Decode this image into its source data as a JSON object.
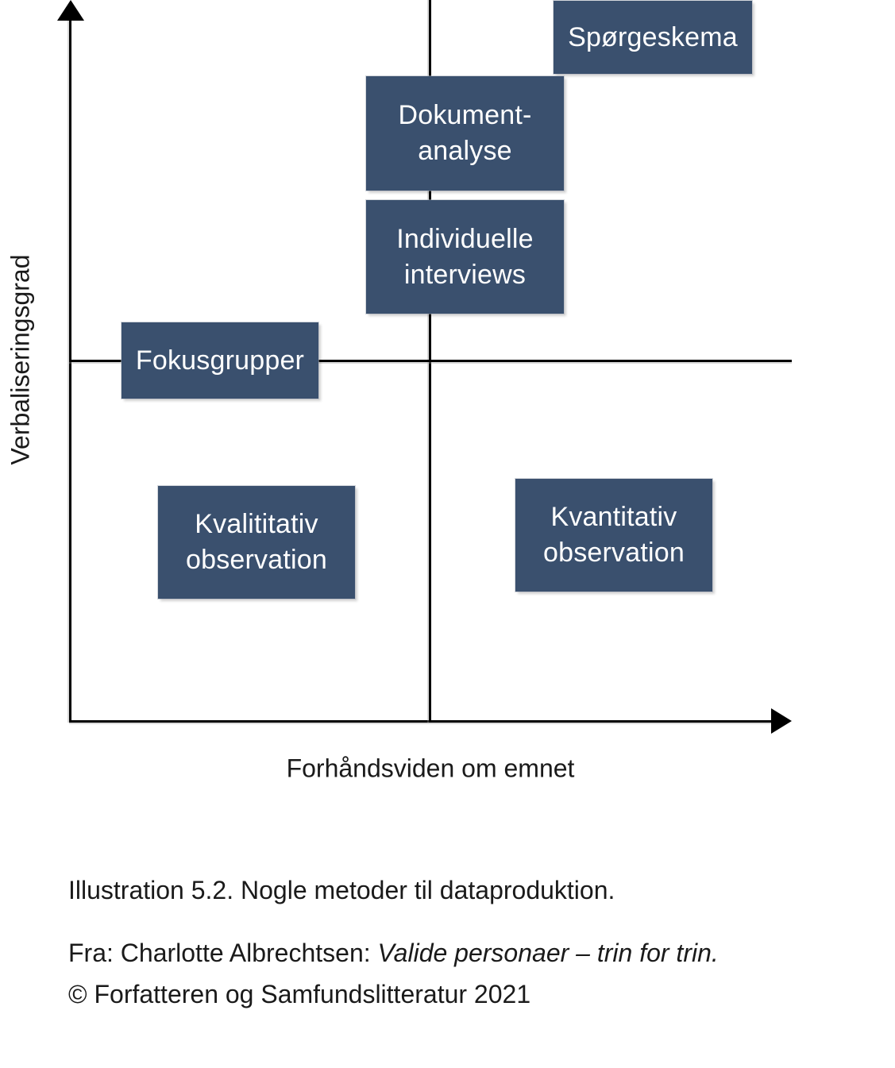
{
  "colors": {
    "box_fill": "#3a506e",
    "box_text": "#ffffff",
    "axis_line": "#000000",
    "caption_text": "#1a1a1a"
  },
  "diagram": {
    "y_axis_label": "Verbaliseringsgrad",
    "x_axis_label": "Forhåndsviden om emnet",
    "boxes": [
      {
        "id": "sporgeskema",
        "label": "Spørgeskema"
      },
      {
        "id": "dokument-analyse",
        "label": "Dokument-\nanalyse"
      },
      {
        "id": "individuelle-interviews",
        "label": "Individuelle\ninterviews"
      },
      {
        "id": "fokusgrupper",
        "label": "Fokusgrupper"
      },
      {
        "id": "kvalititativ-observation",
        "label": "Kvalititativ\nobservation"
      },
      {
        "id": "kvantitativ-observation",
        "label": "Kvantitativ\nobservation"
      }
    ]
  },
  "caption": {
    "illustration_line": "Illustration 5.2. Nogle metoder til dataproduktion.",
    "source_prefix": "Fra: Charlotte Albrechtsen: ",
    "source_title_italic": "Valide personaer – trin for trin.",
    "copyright_line": "© Forfatteren og Samfundslitteratur 2021"
  }
}
